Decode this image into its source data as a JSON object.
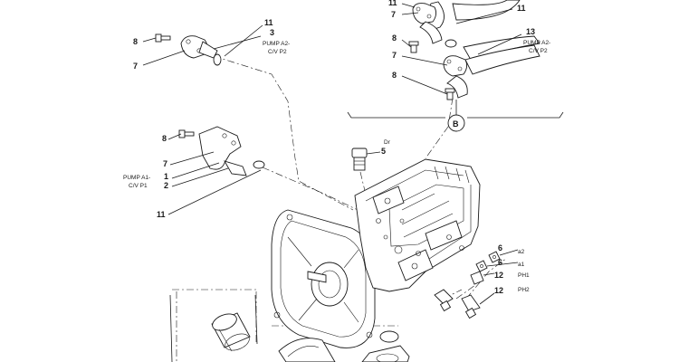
{
  "callouts": {
    "top_left_8": "8",
    "top_left_7": "7",
    "top_left_11": "11",
    "top_left_3": "3",
    "top_left_pump_line1": "PUMP A2-",
    "top_left_pump_line2": "C/V P2",
    "mid_left_8": "8",
    "mid_left_7": "7",
    "mid_left_1": "1",
    "mid_left_2": "2",
    "mid_left_pump_line1": "PUMP A1-",
    "mid_left_pump_line2": "C/V P1",
    "mid_left_11": "11",
    "drain_label": "Dr",
    "drain_5": "5",
    "right_6a": "6",
    "right_6b": "6",
    "right_12a": "12",
    "right_12b": "12",
    "port_a2": "a2",
    "port_a1": "a1",
    "port_ph1": "PH1",
    "port_ph2": "PH2",
    "b_11_top": "11",
    "b_7_top": "7",
    "b_11": "11",
    "b_8": "8",
    "b_7": "7",
    "b_13": "13",
    "b_pump_line1": "PUMP A2-",
    "b_pump_line2": "C/V P2",
    "b_8_lower": "8",
    "b_circle": "B"
  }
}
